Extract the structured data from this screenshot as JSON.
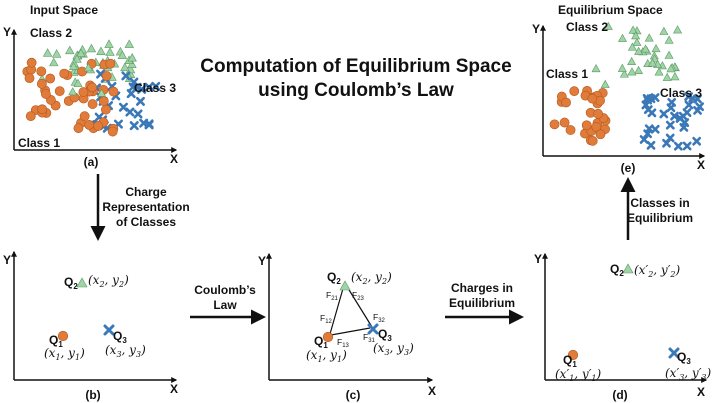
{
  "title": {
    "line1": "Computation of Equilibrium Space",
    "line2": "using Coulomb’s Law"
  },
  "axes": {
    "x": "X",
    "y": "Y"
  },
  "colors": {
    "class1": "#e07b39",
    "class2": "#9fd4a6",
    "class3": "#3a78b8",
    "frame": "#111111",
    "background": "#ffffff"
  },
  "markers": {
    "class1": "circle-marker",
    "class2": "triangle-marker",
    "class3": "cross-marker"
  },
  "panels": {
    "a": {
      "heading": "Input Space",
      "caption": "(a)",
      "class_labels": {
        "c1": "Class 1",
        "c2": "Class 2",
        "c3": "Class 3"
      }
    },
    "e": {
      "heading": "Equilibrium Space",
      "caption": "(e)",
      "class_labels": {
        "c1": "Class 1",
        "c2": "Class 2",
        "c3": "Class 3"
      }
    },
    "b": {
      "caption": "(b)",
      "charges": [
        {
          "q": "Q",
          "sub": "2",
          "coord": "(x",
          "c1": "2",
          "mid": ", y",
          "c2": "2",
          "end": ")"
        },
        {
          "q": "Q",
          "sub": "1",
          "coord": "(x",
          "c1": "1",
          "mid": ", y",
          "c2": "1",
          "end": ")"
        },
        {
          "q": "Q",
          "sub": "3",
          "coord": "(x",
          "c1": "3",
          "mid": ", y",
          "c2": "3",
          "end": ")"
        }
      ]
    },
    "c": {
      "caption": "(c)",
      "charges": [
        {
          "q": "Q",
          "sub": "2",
          "coord": "(x",
          "c1": "2",
          "mid": ", y",
          "c2": "2",
          "end": ")"
        },
        {
          "q": "Q",
          "sub": "1",
          "coord": "(x",
          "c1": "1",
          "mid": ", y",
          "c2": "1",
          "end": ")"
        },
        {
          "q": "Q",
          "sub": "3",
          "coord": "(x",
          "c1": "3",
          "mid": ", y",
          "c2": "3",
          "end": ")"
        }
      ],
      "forces": [
        {
          "f": "F",
          "sub": "21"
        },
        {
          "f": "F",
          "sub": "23"
        },
        {
          "f": "F",
          "sub": "12"
        },
        {
          "f": "F",
          "sub": "32"
        },
        {
          "f": "F",
          "sub": "13"
        },
        {
          "f": "F",
          "sub": "31"
        }
      ]
    },
    "d": {
      "caption": "(d)",
      "charges": [
        {
          "q": "Q",
          "sub": "2",
          "coord": "(x′",
          "c1": "2",
          "mid": ", y′",
          "c2": "2",
          "end": ")"
        },
        {
          "q": "Q",
          "sub": "1",
          "coord": "(x′",
          "c1": "1",
          "mid": ", y′",
          "c2": "1",
          "end": ")"
        },
        {
          "q": "Q",
          "sub": "3",
          "coord": "(x′",
          "c1": "3",
          "mid": ", y′",
          "c2": "3",
          "end": ")"
        }
      ]
    }
  },
  "arrows": {
    "charge_representation": [
      "Charge",
      "Representation",
      "of Classes"
    ],
    "coulombs_law": [
      "Coulomb’s",
      "Law"
    ],
    "charges_in_equilibrium": [
      "Charges in",
      "Equilibrium"
    ],
    "classes_in_equilibrium": [
      "Classes in",
      "Equilibrium"
    ]
  }
}
